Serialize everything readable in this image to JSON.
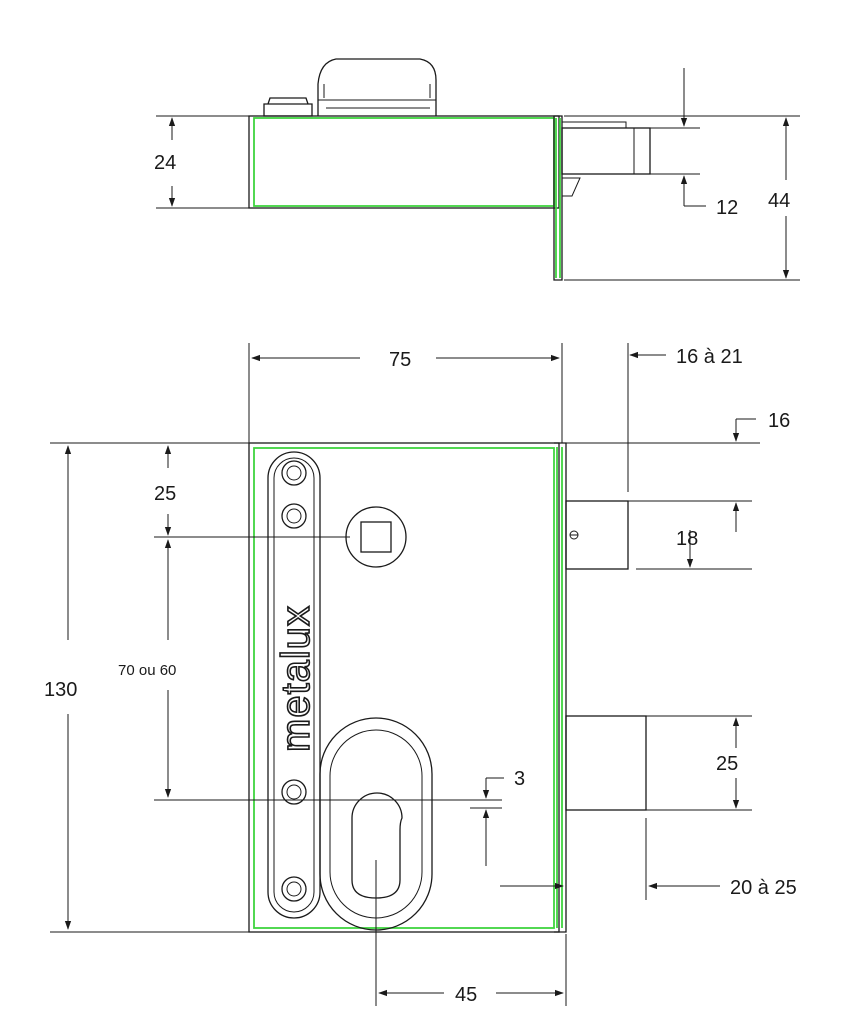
{
  "colors": {
    "outline": "#1a1a1a",
    "highlight": "#3fd43f",
    "background": "#ffffff"
  },
  "brand": "metalux",
  "top_view": {
    "dims": {
      "height_body": "24",
      "bolt_height": "12",
      "total_height": "44"
    }
  },
  "front_view": {
    "dims": {
      "width": "75",
      "bolt_projection": "16 à 21",
      "bolt_offset_top": "16",
      "spindle_from_top": "25",
      "spindle_to_cylinder": "70 ou 60",
      "total_height": "130",
      "bolt_height": "18",
      "latch_height": "25",
      "cylinder_offset": "3",
      "latch_projection": "20 à 25",
      "backset": "45"
    }
  }
}
